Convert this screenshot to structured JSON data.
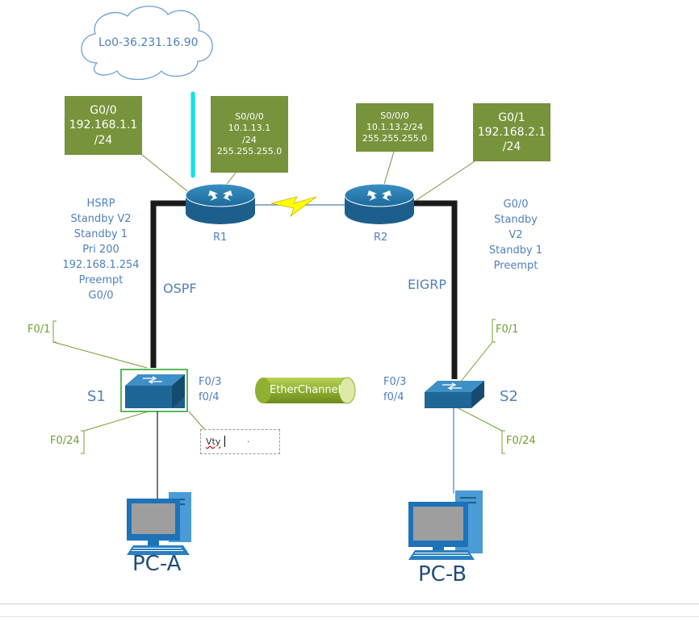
{
  "cloud": {
    "label": "Lo0-36.231.16.90"
  },
  "r1_g0_box": {
    "lines": [
      "G0/0",
      "192.168.1.1",
      "/24"
    ]
  },
  "r1_s000_box": {
    "lines": [
      "S0/0/0",
      "10.1.13.1",
      "/24",
      "255.255.255.0"
    ]
  },
  "r2_s000_box": {
    "lines": [
      "S0/0/0",
      "10.1.13.2/24",
      "255.255.255.0"
    ]
  },
  "r2_g01_box": {
    "lines": [
      "G0/1",
      "192.168.2.1",
      "/24"
    ]
  },
  "routers": {
    "r1": "R1",
    "r2": "R2"
  },
  "hsrp_left": {
    "lines": [
      "HSRP",
      "Standby V2",
      "Standby 1",
      "Pri 200",
      "192.168.1.254",
      "Preempt",
      "G0/0"
    ]
  },
  "hsrp_right": {
    "lines": [
      "G0/0",
      "Standby",
      "V2",
      "Standby 1",
      "Preempt"
    ]
  },
  "protocols": {
    "left": "OSPF",
    "right": "EIGRP"
  },
  "switches": {
    "s1": "S1",
    "s2": "S2"
  },
  "ports": {
    "s1_f01": "F0/1",
    "s1_f024": "F0/24",
    "s2_f01": "F0/1",
    "s2_f024": "F0/24",
    "s1_trunk": [
      "F0/3",
      "f0/4"
    ],
    "s2_trunk": [
      "F0/3",
      "f0/4"
    ]
  },
  "etherchannel": {
    "label": "EtherChannel"
  },
  "vty": {
    "text": "Vty",
    "dot": "."
  },
  "pcs": {
    "a": "PC-A",
    "b": "PC-B"
  },
  "colors": {
    "box_green": "#77933c",
    "label_blue": "#4f81bd",
    "port_green": "#70a030",
    "device_blue": "#1e5f8c",
    "serial_yellow": "#ffff00",
    "highlight_cyan": "#00e5ee"
  }
}
